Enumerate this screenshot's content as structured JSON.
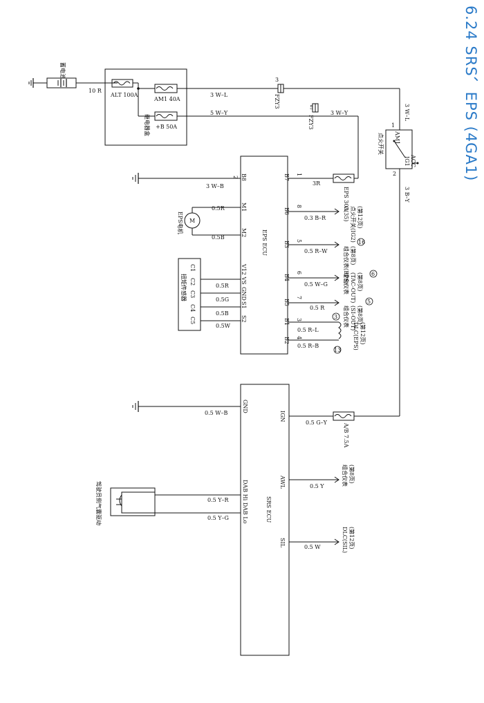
{
  "page": {
    "title": "6.24  SRS、EPS (4GA1)"
  },
  "power": {
    "battery_label": "蓄电池",
    "battery_wire": "10 R",
    "relay_box_label": "继电器盒",
    "fuse_alt": "ALT 100A",
    "fuse_am1": "AM1 40A",
    "fuse_b": "+B 50A",
    "connector_pin_3": "3",
    "connector_pin_5": "5",
    "connector_fzy": "FZY3",
    "wire_am1": "3 W–L",
    "wire_b": "5 W–Y",
    "wire_acc": "3 W–Y",
    "wire_am1_vertical": "3 W–L",
    "ignition_label": "点火开关",
    "ign_am1": "AM1",
    "ign_acc": "ACC",
    "ign_ig1": "IG1",
    "ign_pin_1": "1",
    "ign_pin_2": "2",
    "ign_out_wire": "3 B–Y"
  },
  "eps": {
    "ecu_label": "EPS ECU",
    "ground_wire": "3 W–B",
    "motor_symbol": "M",
    "motor_label": "EPS电机",
    "motor_wire_1": "0.5R",
    "motor_wire_2": "0.5B",
    "sensor_label": "扭矩传感器",
    "sensor_pins": [
      "C1",
      "C2",
      "C3",
      "C4",
      "C5"
    ],
    "sensor_wires": [
      "0.5R",
      "0.5G",
      "0.5B",
      "0.5W"
    ],
    "fuse_label": "EPS 30A",
    "fuse_wire": "3R",
    "left_pins": [
      {
        "num": "2",
        "name": "B8"
      },
      {
        "name": "M1"
      },
      {
        "name": "M2"
      },
      {
        "name": "V12 VS"
      },
      {
        "name": "GND"
      },
      {
        "name": "S1"
      },
      {
        "name": "S2"
      }
    ],
    "right_pins": [
      {
        "num": "1",
        "name": "B7",
        "wire": "3R",
        "dest": ""
      },
      {
        "num": "8",
        "name": "B6",
        "wire": "0.3 B–R",
        "dest": "C(35)\n点火开关(IG2)\n(第12页)"
      },
      {
        "num": "5",
        "name": "B3",
        "wire": "0.5 R–W",
        "dest": "组合仪表(EPS)\n(第8页)"
      },
      {
        "num": "6",
        "name": "B4",
        "wire": "0.5 W–G",
        "dest": "组合仪表\n(TAC-OUT)\n(第8页)"
      },
      {
        "num": "7",
        "name": "B5",
        "wire": "0.5 R",
        "dest": "组合仪表\n(SI-OUT)\n(第8页)"
      },
      {
        "num": "3",
        "name": "B1",
        "wire": "0.5 R–L",
        "dest": "DLC(EPS)\n(第12页)"
      },
      {
        "num": "4",
        "name": "B2",
        "wire": "0.5 R–B",
        "dest": ""
      }
    ],
    "ref_16": "16",
    "ref_6": "6",
    "ref_5": "5",
    "ref_3": "3",
    "ref_13": "13"
  },
  "srs": {
    "ecu_label": "SRS ECU",
    "gnd_pin": "GND",
    "gnd_wire": "0.5 W–B",
    "ign_pin": "IGN",
    "ign_wire": "0.5 G–Y",
    "fuse_label": "A/B 7.5A",
    "awl_pin": "AWL",
    "awl_wire": "0.5 Y",
    "awl_dest": "组合仪表\n(第8页)",
    "sil_pin": "SIL",
    "sil_wire": "0.5 W",
    "sil_dest": "DLC(SIL)\n(第12页)",
    "dab_pins": "DAB Hi DAB Lo",
    "dab_wire_hi": "0.5 Y–R",
    "dab_wire_lo": "0.5 Y–G",
    "airbag_label": "驾驶员侧气囊驱动"
  }
}
